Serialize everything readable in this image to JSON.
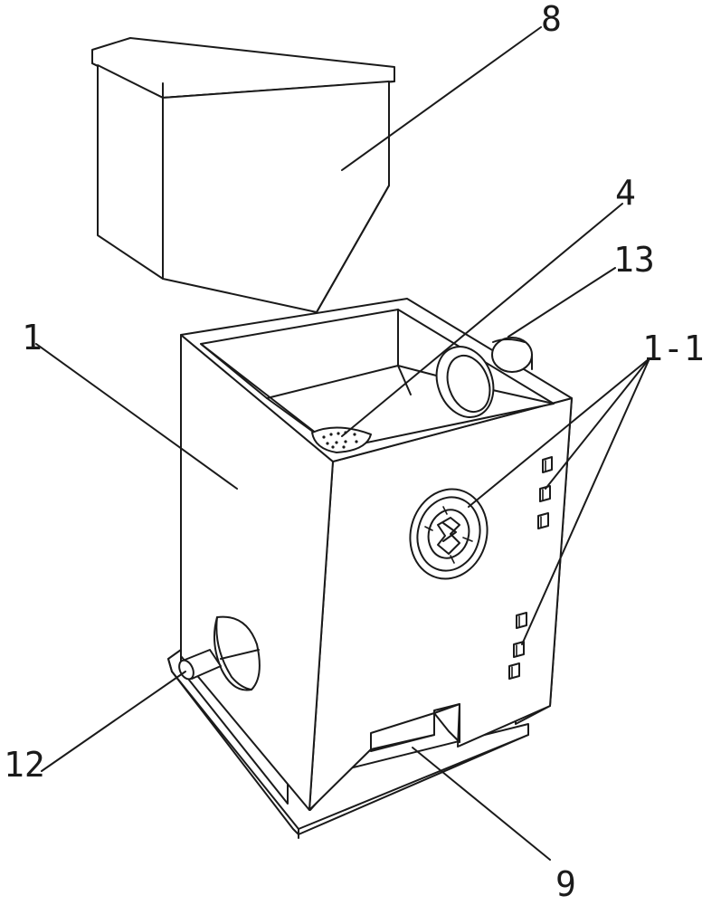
{
  "diagram": {
    "labels": {
      "hopper": "8",
      "perforated_plate": "4",
      "side_port": "13",
      "body": "1",
      "vents": "1-1",
      "nozzle": "12",
      "base": "9"
    },
    "colors": {
      "line": "#1a1a1a",
      "background": "#ffffff"
    }
  }
}
